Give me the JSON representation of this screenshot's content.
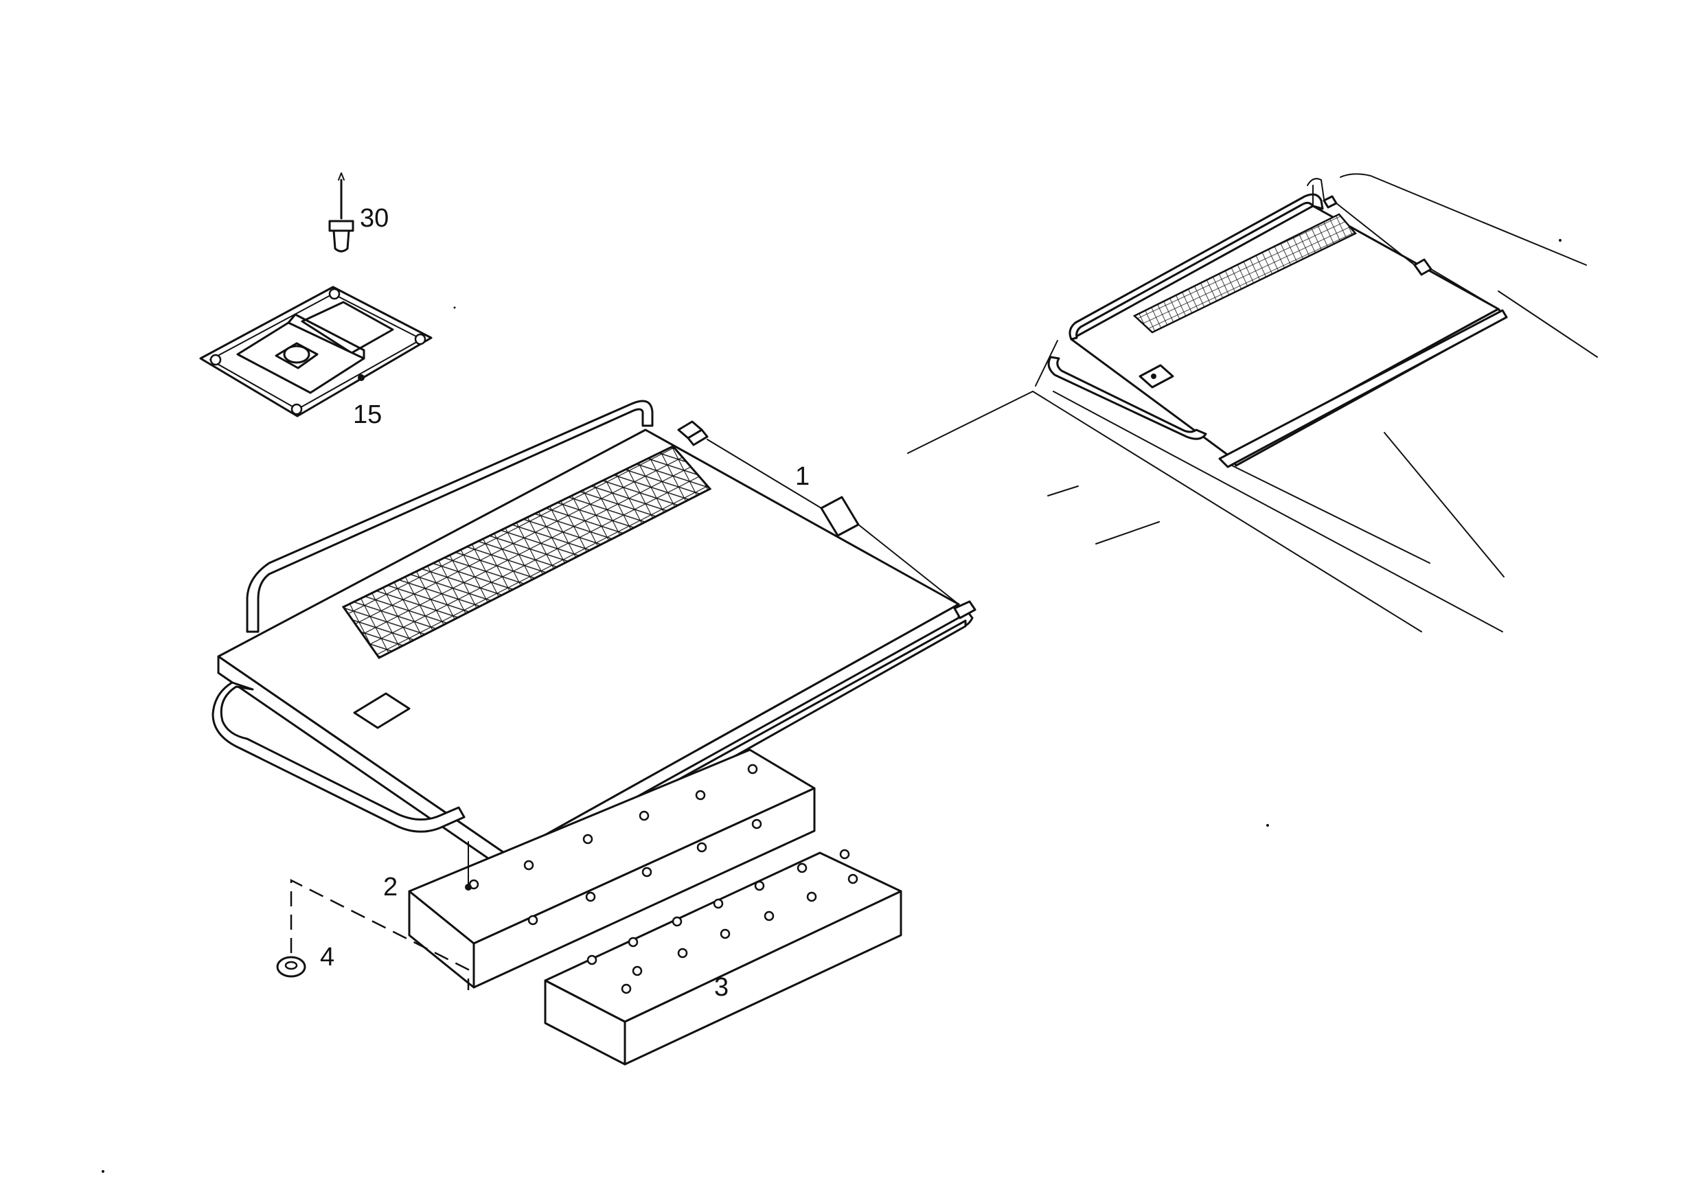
{
  "callouts": {
    "main_cover": "1",
    "block_upper": "2",
    "block_lower": "3",
    "washer": "4",
    "latch_plate": "15",
    "rivet": "30"
  },
  "icons": {
    "rivet": "rivet-icon",
    "latch": "latch-plate-icon",
    "washer": "washer-icon"
  },
  "colors": {
    "ink": "#111111",
    "paper": "#ffffff"
  }
}
